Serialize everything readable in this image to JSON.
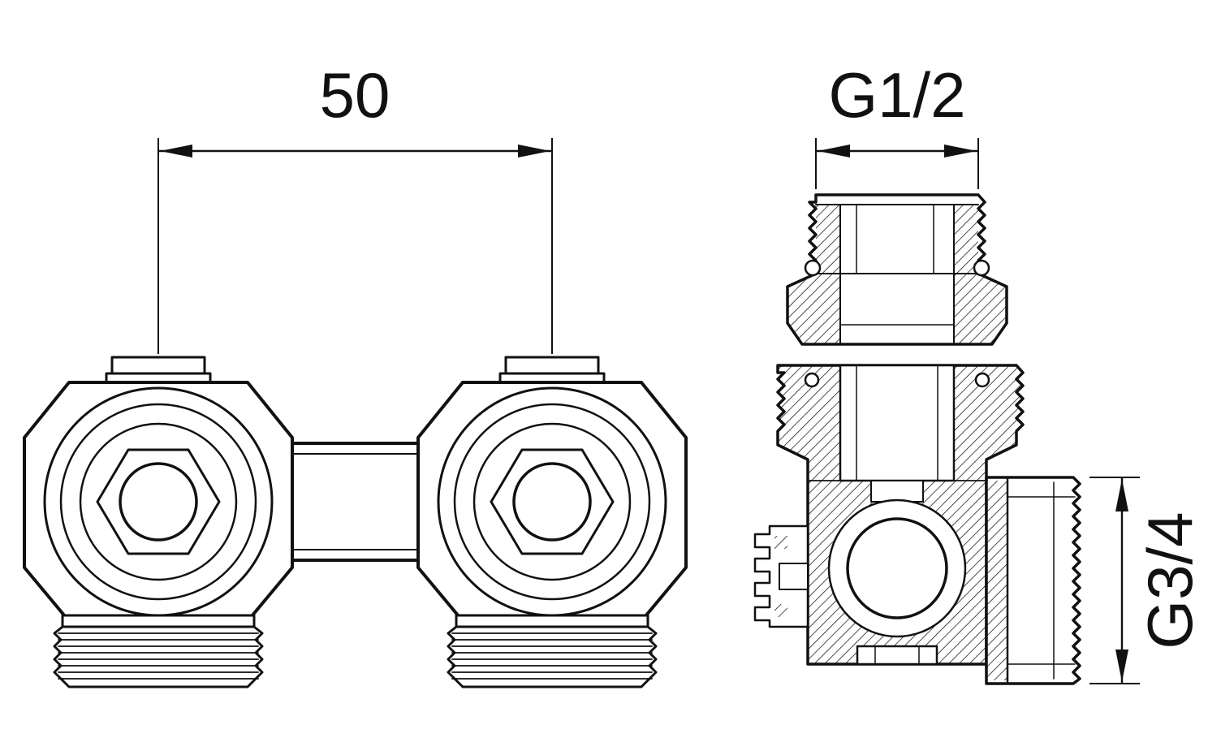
{
  "drawing": {
    "labels": {
      "center_distance": "50",
      "top_thread": "G1/2",
      "side_thread": "G3/4"
    },
    "colors": {
      "line": "#111111",
      "background": "#ffffff"
    }
  }
}
